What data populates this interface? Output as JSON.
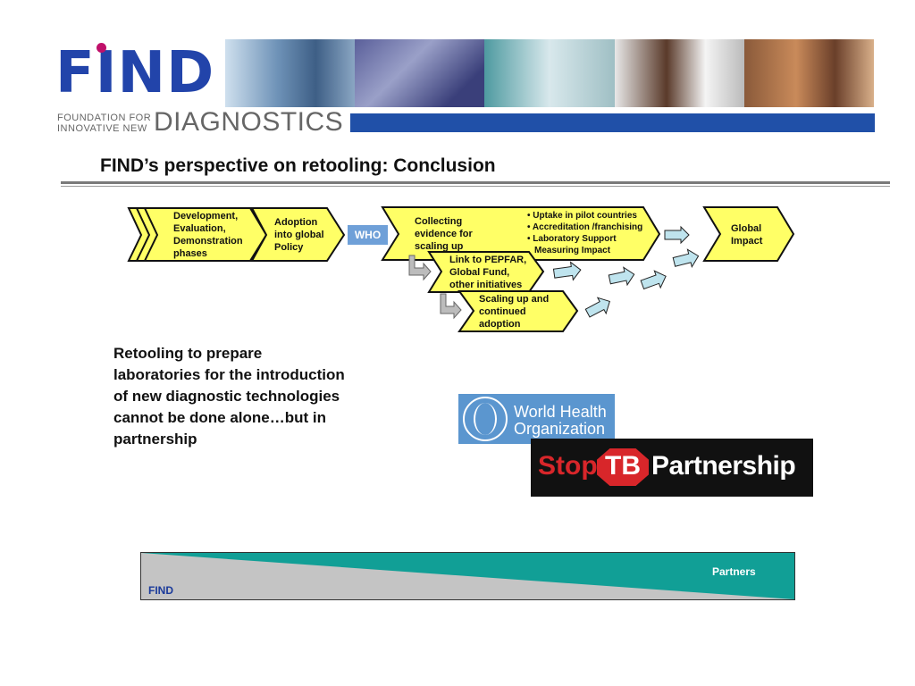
{
  "header": {
    "logo_word": "FIND",
    "logo_small_line1": "FOUNDATION FOR",
    "logo_small_line2": "INNOVATIVE NEW",
    "logo_big": "DIAGNOSTICS",
    "brand_colors": {
      "blue": "#2244aa",
      "magenta": "#c0106a",
      "bar": "#2050a8"
    },
    "photos": [
      "chest-xray",
      "slide-glass",
      "lab-worker",
      "microscope",
      "mother-and-children"
    ]
  },
  "title": "FIND’s perspective on retooling: Conclusion",
  "flow": {
    "stage1": [
      "Development,",
      "Evaluation,",
      "Demonstration",
      "phases"
    ],
    "stage2": [
      "Adoption",
      "into global",
      "Policy"
    ],
    "who_label": "WHO",
    "stage3": [
      "Collecting",
      "evidence for",
      "scaling up"
    ],
    "bullets": [
      "Uptake in pilot countries",
      "Accreditation /franchising",
      "Laboratory Support",
      "Measuring Impact"
    ],
    "stage4": [
      "Link to PEPFAR,",
      "Global Fund,",
      "other initiatives"
    ],
    "stage5": [
      "Scaling up and",
      "continued",
      "adoption"
    ],
    "stage6": [
      "Global",
      "Impact"
    ],
    "colors": {
      "chevron_fill": "#ffff66",
      "arrow_fill": "#bfe4ee",
      "who_box": "#6fa0d8"
    }
  },
  "body_text": [
    "Retooling to prepare",
    "laboratories for the introduction",
    "of new diagnostic technologies",
    "cannot be done alone…but in",
    "partnership"
  ],
  "who_logo": {
    "line1": "World Health",
    "line2": "Organization"
  },
  "stoptb_logo": {
    "stop": "Stop",
    "tb": "TB",
    "partnership": "Partnership"
  },
  "bottom_bar": {
    "partners_label": "Partners",
    "find_label": "FIND",
    "colors": {
      "partners": "#119f96",
      "find": "#c4c4c4"
    }
  }
}
